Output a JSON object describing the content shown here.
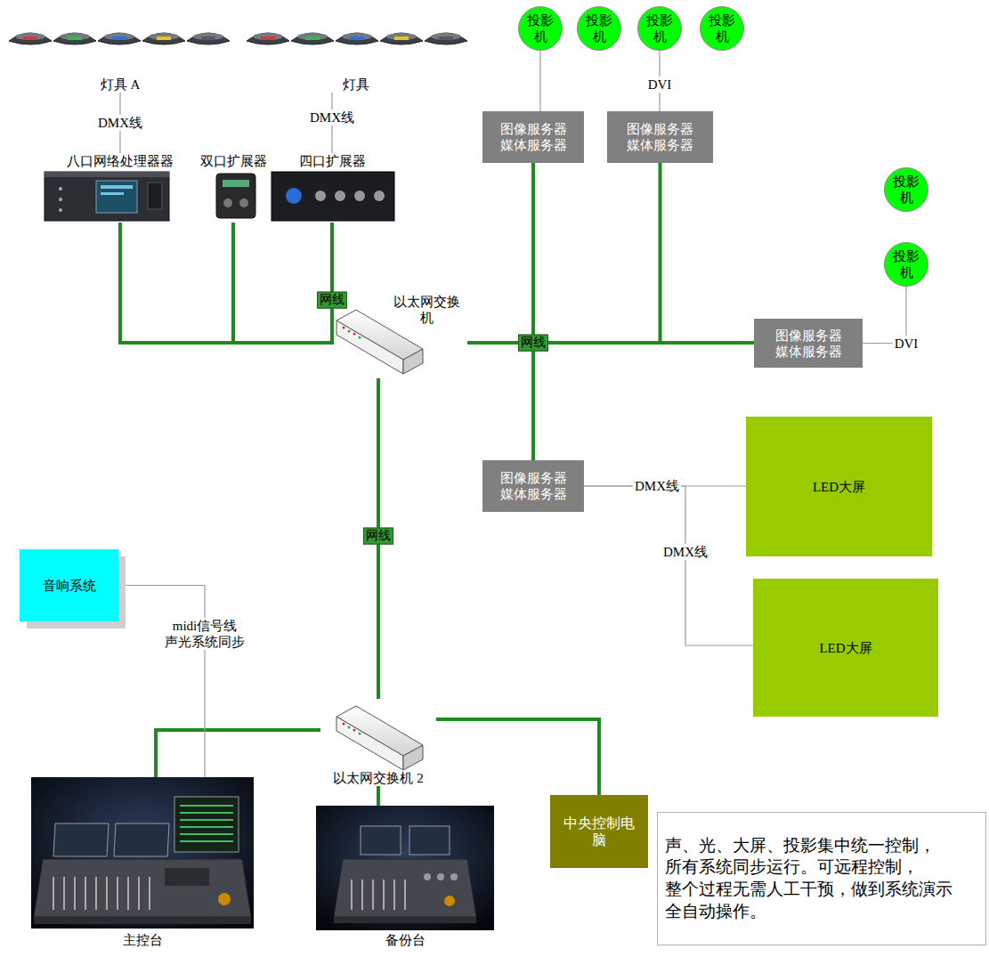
{
  "diagram": {
    "nodes": [
      {
        "text": [
          "灯具 A"
        ]
      },
      {
        "text": [
          "灯具"
        ]
      },
      {
        "text": [
          "投影 机"
        ]
      },
      {
        "text": [
          "投影 机"
        ]
      },
      {
        "text": [
          "投影 机"
        ]
      },
      {
        "text": [
          "投影 机"
        ]
      },
      {
        "text": [
          "八口网络处理器器"
        ]
      },
      {
        "text": [
          "双口扩展器"
        ]
      },
      {
        "text": [
          "四口扩展器"
        ]
      },
      {
        "text": [
          "图像服务器 媒体服务器"
        ]
      },
      {
        "text": [
          "图像服务器 媒体服务器"
        ]
      },
      {
        "text": [
          "投影 机"
        ]
      },
      {
        "text": [
          "投影 机"
        ]
      },
      {
        "text": [
          "以太网交换 机"
        ]
      },
      {
        "text": [
          "图像服务器 媒体服务器"
        ]
      },
      {
        "text": [
          "图像服务器 媒体服务器"
        ]
      },
      {
        "text": [
          "LED大屏"
        ]
      },
      {
        "text": [
          "音响系统"
        ]
      },
      {
        "text": [
          "LED大屏"
        ]
      },
      {
        "text": [
          "以太网交换机 2"
        ]
      },
      {
        "text": [
          "中央控制电 脑"
        ]
      },
      {
        "text": [
          "声、光、大屏、投影集中统一控制， 所有系统同步运行。可远程控制， 整个过程无需人工干预，做到系统演示 全自动操作。"
        ]
      },
      {
        "text": [
          "主控台"
        ]
      },
      {
        "text": [
          "备份台"
        ]
      }
    ],
    "edges": [
      {
        "from": 0,
        "to": 6,
        "label": "DMX线",
        "arrow": "none"
      },
      {
        "from": 1,
        "to": 8,
        "label": "DMX线",
        "arrow": "none"
      },
      {
        "from": 2,
        "to": 9,
        "arrow": "none"
      },
      {
        "from": 4,
        "to": 10,
        "label": "DVI",
        "arrow": "none"
      },
      {
        "from": 6,
        "to": 13,
        "arrow": "none"
      },
      {
        "from": 7,
        "to": 13,
        "arrow": "none"
      },
      {
        "from": 8,
        "to": 13,
        "label": "网线",
        "arrow": "none"
      },
      {
        "from": 13,
        "to": 9,
        "label": "网线",
        "arrow": "none"
      },
      {
        "from": 13,
        "to": 10,
        "arrow": "none"
      },
      {
        "from": 13,
        "to": 14,
        "arrow": "none"
      },
      {
        "from": 13,
        "to": 15,
        "arrow": "none"
      },
      {
        "from": 14,
        "to": 12,
        "label": "DVI",
        "arrow": "none"
      },
      {
        "from": 15,
        "to": 16,
        "label": "DMX线",
        "arrow": "none"
      },
      {
        "from": 15,
        "to": 18,
        "label": "DMX线",
        "arrow": "none"
      },
      {
        "from": 13,
        "to": 19,
        "label": "网线",
        "arrow": "none"
      },
      {
        "from": 19,
        "to": 22,
        "arrow": "none"
      },
      {
        "from": 19,
        "to": 23,
        "arrow": "none"
      },
      {
        "from": 19,
        "to": 20,
        "arrow": "none"
      },
      {
        "from": 17,
        "to": 22,
        "label": "midi信号线 声光系统同步",
        "arrow": "none"
      }
    ]
  }
}
